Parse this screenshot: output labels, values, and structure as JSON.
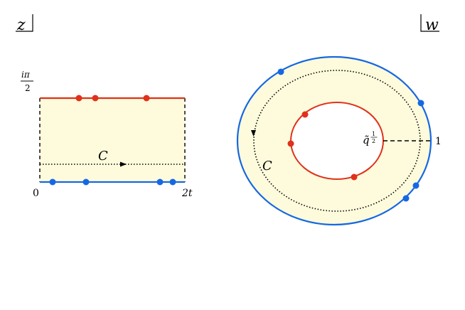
{
  "colors": {
    "fill": "#fdfbdc",
    "red": "#e0311b",
    "blue": "#1668e2",
    "black": "#000000"
  },
  "left_panel": {
    "plane_label": "z",
    "top_label_num": "iπ",
    "top_label_den": "2",
    "origin_label": "0",
    "right_label": "2t",
    "contour_label": "C"
  },
  "right_panel": {
    "plane_label": "w",
    "contour_label": "C",
    "inner_radius_label_base": "q̃",
    "inner_radius_label_exp_num": "1",
    "inner_radius_label_exp_den": "2",
    "outer_radius_label": "1"
  }
}
